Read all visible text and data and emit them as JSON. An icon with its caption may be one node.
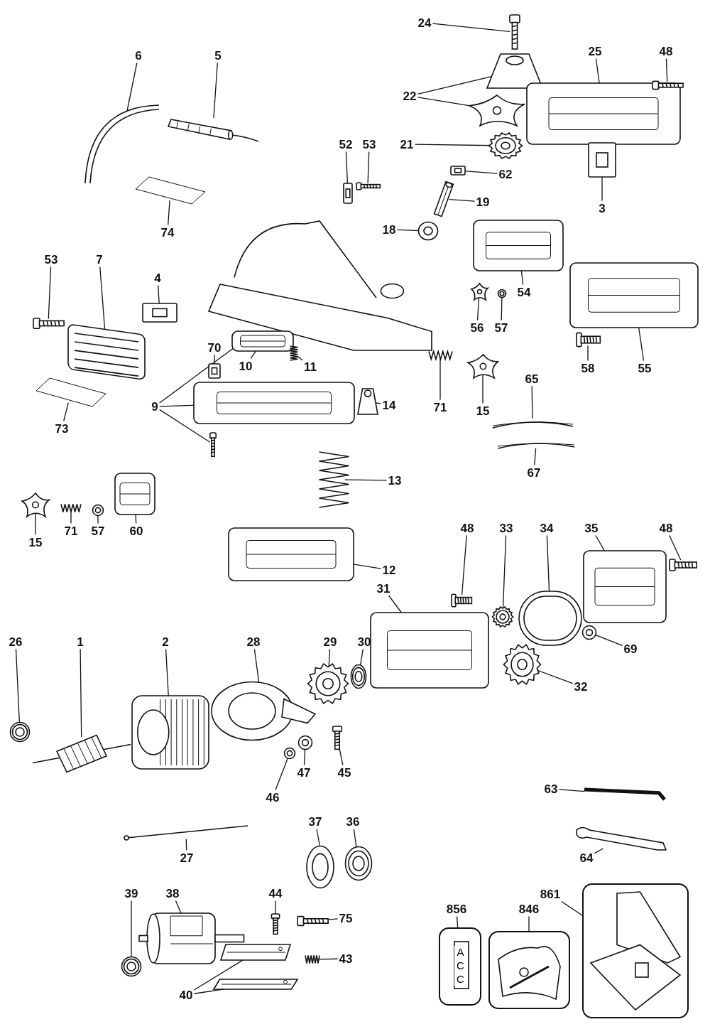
{
  "diagram": {
    "nodes": [
      {
        "text": [
          "24"
        ]
      },
      {
        "text": [],
        "shape": "picture"
      },
      {
        "text": [
          "22"
        ]
      },
      {
        "text": [],
        "shape": "picture"
      },
      {
        "text": [],
        "shape": "picture"
      },
      {
        "text": [
          "25"
        ]
      },
      {
        "text": [],
        "shape": "picture"
      },
      {
        "text": [
          "48"
        ]
      },
      {
        "text": [],
        "shape": "picture"
      },
      {
        "text": [
          "6"
        ]
      },
      {
        "text": [],
        "shape": "picture"
      },
      {
        "text": [
          "5"
        ]
      },
      {
        "text": [],
        "shape": "picture"
      },
      {
        "text": [
          "21"
        ]
      },
      {
        "text": [],
        "shape": "picture"
      },
      {
        "text": [
          "62"
        ]
      },
      {
        "text": [],
        "shape": "picture"
      },
      {
        "text": [
          "52"
        ]
      },
      {
        "text": [],
        "shape": "picture"
      },
      {
        "text": [
          "53"
        ]
      },
      {
        "text": [],
        "shape": "picture"
      },
      {
        "text": [
          "19"
        ]
      },
      {
        "text": [],
        "shape": "picture"
      },
      {
        "text": [
          "3"
        ]
      },
      {
        "text": [],
        "shape": "picture"
      },
      {
        "text": [
          "18"
        ]
      },
      {
        "text": [],
        "shape": "picture"
      },
      {
        "text": [
          "74"
        ]
      },
      {
        "text": [],
        "shape": "picture"
      },
      {
        "text": [
          "53"
        ]
      },
      {
        "text": [],
        "shape": "picture"
      },
      {
        "text": [
          "7"
        ]
      },
      {
        "text": [],
        "shape": "picture"
      },
      {
        "text": [
          "4"
        ]
      },
      {
        "text": [],
        "shape": "picture"
      },
      {
        "text": [
          "54"
        ]
      },
      {
        "text": [],
        "shape": "picture"
      },
      {
        "text": [
          "56"
        ]
      },
      {
        "text": [],
        "shape": "picture"
      },
      {
        "text": [
          "57"
        ]
      },
      {
        "text": [],
        "shape": "picture"
      },
      {
        "text": [
          "9"
        ]
      },
      {
        "text": [],
        "shape": "picture"
      },
      {
        "text": [],
        "shape": "picture"
      },
      {
        "text": [],
        "shape": "picture"
      },
      {
        "text": [
          "70"
        ]
      },
      {
        "text": [],
        "shape": "picture"
      },
      {
        "text": [
          "10"
        ]
      },
      {
        "text": [],
        "shape": "picture"
      },
      {
        "text": [
          "11"
        ]
      },
      {
        "text": [],
        "shape": "picture"
      },
      {
        "text": [
          "71"
        ]
      },
      {
        "text": [],
        "shape": "picture"
      },
      {
        "text": [
          "15"
        ]
      },
      {
        "text": [],
        "shape": "picture"
      },
      {
        "text": [
          "58"
        ]
      },
      {
        "text": [],
        "shape": "picture"
      },
      {
        "text": [
          "55"
        ]
      },
      {
        "text": [],
        "shape": "picture"
      },
      {
        "text": [
          "14"
        ]
      },
      {
        "text": [],
        "shape": "picture"
      },
      {
        "text": [
          "73"
        ]
      },
      {
        "text": [],
        "shape": "picture"
      },
      {
        "text": [
          "65"
        ]
      },
      {
        "text": [],
        "shape": "picture"
      },
      {
        "text": [
          "67"
        ]
      },
      {
        "text": [],
        "shape": "picture"
      },
      {
        "text": [
          "13"
        ]
      },
      {
        "text": [],
        "shape": "picture"
      },
      {
        "text": [
          "15"
        ]
      },
      {
        "text": [],
        "shape": "picture"
      },
      {
        "text": [
          "71"
        ]
      },
      {
        "text": [],
        "shape": "picture"
      },
      {
        "text": [
          "57"
        ]
      },
      {
        "text": [],
        "shape": "picture"
      },
      {
        "text": [
          "60"
        ]
      },
      {
        "text": [],
        "shape": "picture"
      },
      {
        "text": [
          "12"
        ]
      },
      {
        "text": [],
        "shape": "picture"
      },
      {
        "text": [
          "48"
        ]
      },
      {
        "text": [],
        "shape": "picture"
      },
      {
        "text": [
          "33"
        ]
      },
      {
        "text": [],
        "shape": "picture"
      },
      {
        "text": [
          "34"
        ]
      },
      {
        "text": [],
        "shape": "picture"
      },
      {
        "text": [
          "35"
        ]
      },
      {
        "text": [],
        "shape": "picture"
      },
      {
        "text": [
          "48"
        ]
      },
      {
        "text": [],
        "shape": "picture"
      },
      {
        "text": [
          "31"
        ]
      },
      {
        "text": [],
        "shape": "picture"
      },
      {
        "text": [
          "69"
        ]
      },
      {
        "text": [],
        "shape": "picture"
      },
      {
        "text": [
          "32"
        ]
      },
      {
        "text": [],
        "shape": "picture"
      },
      {
        "text": [
          "29"
        ]
      },
      {
        "text": [],
        "shape": "picture"
      },
      {
        "text": [
          "30"
        ]
      },
      {
        "text": [],
        "shape": "picture"
      },
      {
        "text": [
          "28"
        ]
      },
      {
        "text": [],
        "shape": "picture"
      },
      {
        "text": [
          "26"
        ]
      },
      {
        "text": [],
        "shape": "picture"
      },
      {
        "text": [
          "1"
        ]
      },
      {
        "text": [],
        "shape": "picture"
      },
      {
        "text": [
          "2"
        ]
      },
      {
        "text": [],
        "shape": "picture"
      },
      {
        "text": [
          "46"
        ]
      },
      {
        "text": [],
        "shape": "picture"
      },
      {
        "text": [
          "47"
        ]
      },
      {
        "text": [],
        "shape": "picture"
      },
      {
        "text": [
          "45"
        ]
      },
      {
        "text": [],
        "shape": "picture"
      },
      {
        "text": [
          "63"
        ]
      },
      {
        "text": [],
        "shape": "picture"
      },
      {
        "text": [
          "64"
        ]
      },
      {
        "text": [],
        "shape": "picture"
      },
      {
        "text": [
          "27"
        ]
      },
      {
        "text": [],
        "shape": "picture"
      },
      {
        "text": [
          "37"
        ]
      },
      {
        "text": [],
        "shape": "picture"
      },
      {
        "text": [
          "36"
        ]
      },
      {
        "text": [],
        "shape": "picture"
      },
      {
        "text": [
          "39"
        ]
      },
      {
        "text": [],
        "shape": "picture"
      },
      {
        "text": [
          "38"
        ]
      },
      {
        "text": [],
        "shape": "picture"
      },
      {
        "text": [
          "44"
        ]
      },
      {
        "text": [],
        "shape": "picture"
      },
      {
        "text": [
          "75"
        ]
      },
      {
        "text": [],
        "shape": "picture"
      },
      {
        "text": [
          "43"
        ]
      },
      {
        "text": [],
        "shape": "picture"
      },
      {
        "text": [
          "40"
        ]
      },
      {
        "text": [],
        "shape": "picture"
      },
      {
        "text": [],
        "shape": "picture"
      },
      {
        "text": [
          "856"
        ]
      },
      {
        "text": [
          "ACC"
        ]
      },
      {
        "text": [
          "846"
        ]
      },
      {
        "text": [],
        "shape": "picture"
      },
      {
        "text": [
          "861"
        ]
      },
      {
        "text": [],
        "shape": "picture"
      }
    ],
    "edges": [
      {
        "from": 0,
        "to": 1,
        "arrow": "none"
      },
      {
        "from": 2,
        "to": 3,
        "arrow": "none"
      },
      {
        "from": 2,
        "to": 4,
        "arrow": "none"
      },
      {
        "from": 5,
        "to": 6,
        "arrow": "none"
      },
      {
        "from": 7,
        "to": 8,
        "arrow": "none"
      },
      {
        "from": 9,
        "to": 10,
        "arrow": "none"
      },
      {
        "from": 11,
        "to": 12,
        "arrow": "none"
      },
      {
        "from": 13,
        "to": 14,
        "arrow": "none"
      },
      {
        "from": 15,
        "to": 16,
        "arrow": "none"
      },
      {
        "from": 17,
        "to": 18,
        "arrow": "none"
      },
      {
        "from": 19,
        "to": 20,
        "arrow": "none"
      },
      {
        "from": 21,
        "to": 22,
        "arrow": "none"
      },
      {
        "from": 23,
        "to": 24,
        "arrow": "none"
      },
      {
        "from": 25,
        "to": 26,
        "arrow": "none"
      },
      {
        "from": 27,
        "to": 28,
        "arrow": "none"
      },
      {
        "from": 29,
        "to": 30,
        "arrow": "none"
      },
      {
        "from": 31,
        "to": 32,
        "arrow": "none"
      },
      {
        "from": 33,
        "to": 34,
        "arrow": "none"
      },
      {
        "from": 35,
        "to": 36,
        "arrow": "none"
      },
      {
        "from": 37,
        "to": 38,
        "arrow": "none"
      },
      {
        "from": 39,
        "to": 40,
        "arrow": "none"
      },
      {
        "from": 41,
        "to": 42,
        "arrow": "none"
      },
      {
        "from": 41,
        "to": 43,
        "arrow": "none"
      },
      {
        "from": 41,
        "to": 44,
        "arrow": "none"
      },
      {
        "from": 45,
        "to": 46,
        "arrow": "none"
      },
      {
        "from": 47,
        "to": 48,
        "arrow": "none"
      },
      {
        "from": 49,
        "to": 50,
        "arrow": "none"
      },
      {
        "from": 51,
        "to": 52,
        "arrow": "none"
      },
      {
        "from": 53,
        "to": 54,
        "arrow": "none"
      },
      {
        "from": 55,
        "to": 56,
        "arrow": "none"
      },
      {
        "from": 57,
        "to": 58,
        "arrow": "none"
      },
      {
        "from": 59,
        "to": 60,
        "arrow": "none"
      },
      {
        "from": 61,
        "to": 62,
        "arrow": "none"
      },
      {
        "from": 63,
        "to": 64,
        "arrow": "none"
      },
      {
        "from": 65,
        "to": 66,
        "arrow": "none"
      },
      {
        "from": 67,
        "to": 68,
        "arrow": "none"
      },
      {
        "from": 69,
        "to": 70,
        "arrow": "none"
      },
      {
        "from": 71,
        "to": 72,
        "arrow": "none"
      },
      {
        "from": 73,
        "to": 74,
        "arrow": "none"
      },
      {
        "from": 75,
        "to": 76,
        "arrow": "none"
      },
      {
        "from": 77,
        "to": 78,
        "arrow": "none"
      },
      {
        "from": 79,
        "to": 80,
        "arrow": "none"
      },
      {
        "from": 81,
        "to": 82,
        "arrow": "none"
      },
      {
        "from": 83,
        "to": 84,
        "arrow": "none"
      },
      {
        "from": 85,
        "to": 86,
        "arrow": "none"
      },
      {
        "from": 87,
        "to": 88,
        "arrow": "none"
      },
      {
        "from": 89,
        "to": 90,
        "arrow": "none"
      },
      {
        "from": 91,
        "to": 92,
        "arrow": "none"
      },
      {
        "from": 93,
        "to": 94,
        "arrow": "none"
      },
      {
        "from": 95,
        "to": 96,
        "arrow": "none"
      },
      {
        "from": 97,
        "to": 98,
        "arrow": "none"
      },
      {
        "from": 99,
        "to": 100,
        "arrow": "none"
      },
      {
        "from": 101,
        "to": 102,
        "arrow": "none"
      },
      {
        "from": 103,
        "to": 104,
        "arrow": "none"
      },
      {
        "from": 105,
        "to": 106,
        "arrow": "none"
      },
      {
        "from": 107,
        "to": 108,
        "arrow": "none"
      },
      {
        "from": 109,
        "to": 110,
        "arrow": "none"
      },
      {
        "from": 111,
        "to": 112,
        "arrow": "none"
      },
      {
        "from": 113,
        "to": 114,
        "arrow": "none"
      },
      {
        "from": 115,
        "to": 116,
        "arrow": "none"
      },
      {
        "from": 117,
        "to": 118,
        "arrow": "none"
      },
      {
        "from": 119,
        "to": 120,
        "arrow": "none"
      },
      {
        "from": 121,
        "to": 122,
        "arrow": "none"
      },
      {
        "from": 123,
        "to": 124,
        "arrow": "none"
      },
      {
        "from": 125,
        "to": 126,
        "arrow": "none"
      },
      {
        "from": 127,
        "to": 128,
        "arrow": "none"
      },
      {
        "from": 129,
        "to": 130,
        "arrow": "none"
      },
      {
        "from": 131,
        "to": 132,
        "arrow": "none"
      },
      {
        "from": 133,
        "to": 134,
        "arrow": "none"
      },
      {
        "from": 133,
        "to": 135,
        "arrow": "none"
      },
      {
        "from": 136,
        "to": 137,
        "arrow": "none"
      },
      {
        "from": 138,
        "to": 139,
        "arrow": "none"
      },
      {
        "from": 140,
        "to": 141,
        "arrow": "none"
      }
    ]
  }
}
